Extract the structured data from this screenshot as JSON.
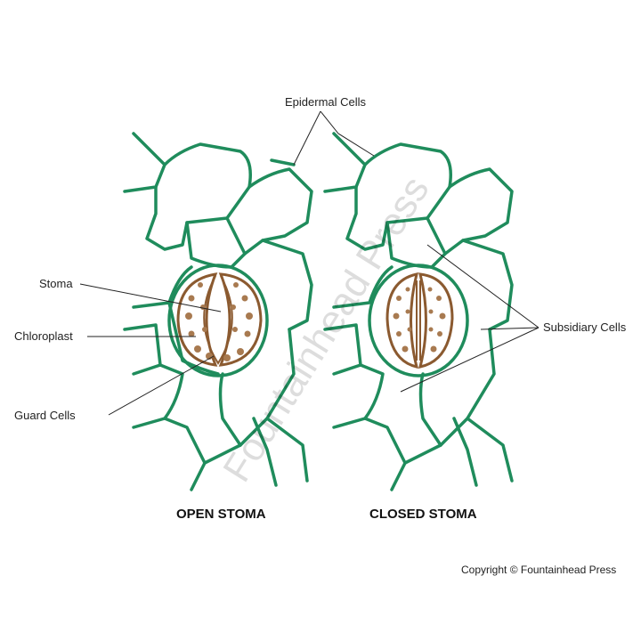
{
  "labels": {
    "epidermal": "Epidermal Cells",
    "stoma": "Stoma",
    "chloroplast": "Chloroplast",
    "guard": "Guard Cells",
    "subsidiary": "Subsidiary Cells"
  },
  "captions": {
    "open": "OPEN STOMA",
    "closed": "CLOSED STOMA"
  },
  "watermark": "Fountainhead Press",
  "copyright": "Copyright © Fountainhead Press",
  "colors": {
    "cell_wall": "#1f8c5c",
    "guard_cell": "#8b5a30",
    "leader": "#222222"
  }
}
